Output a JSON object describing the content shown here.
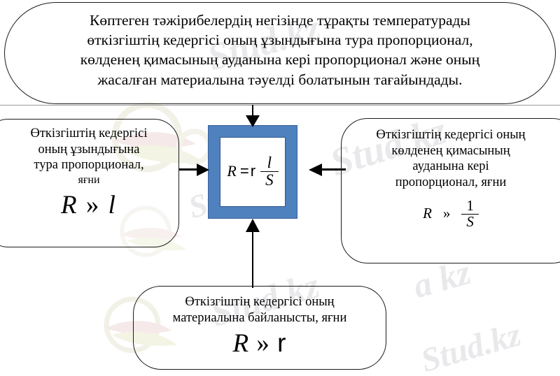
{
  "diagram": {
    "title_box": {
      "lines": [
        "Көптеген тәжірибелердің негізінде тұрақты температурады",
        "өткізгіштің кедергісі оның   ұзындығына тура пропорционал,",
        "көлденең қимасының ауданына кері пропорционал және оның",
        "жасалған материалына тәуелді болатынын тағайындады."
      ]
    },
    "left_box": {
      "lines": [
        "Өткізгіштің кедергісі",
        "оның ұзындығына",
        "тура пропорционал,",
        "яғни"
      ],
      "equation": {
        "lhs": "R",
        "relation": "»",
        "rhs": "l"
      }
    },
    "right_box": {
      "lines": [
        "Өткізгіштің кедергісі оның",
        "көлденең қимасының",
        "ауданына кері",
        "пропорционал, яғни"
      ],
      "equation": {
        "lhs": "R",
        "relation": "»",
        "numerator": "1",
        "denominator": "S"
      }
    },
    "bottom_box": {
      "lines": [
        "Өткізгіштің кедергісі оның",
        "материалына байланысты, яғни"
      ],
      "equation": {
        "lhs": "R",
        "relation": "»",
        "rhs": "r"
      }
    },
    "center_box": {
      "equation": {
        "lhs": "R",
        "equals": "=",
        "rho": "r",
        "numerator": "l",
        "denominator": "S"
      },
      "fill_color": "#4e81bd",
      "inner_border_color": "#31558f",
      "inner_fill_color": "#ffffff"
    },
    "arrows": [
      {
        "name": "arrow-top-to-center",
        "direction": "down"
      },
      {
        "name": "arrow-left-to-center",
        "direction": "right"
      },
      {
        "name": "arrow-right-to-center",
        "direction": "left"
      },
      {
        "name": "arrow-bottom-to-center",
        "direction": "up"
      }
    ],
    "watermarks": [
      "Stud.kz",
      "Stud.kz",
      "Stud.kz",
      "Stud.kz",
      "Stud.kz",
      "a kz"
    ]
  }
}
